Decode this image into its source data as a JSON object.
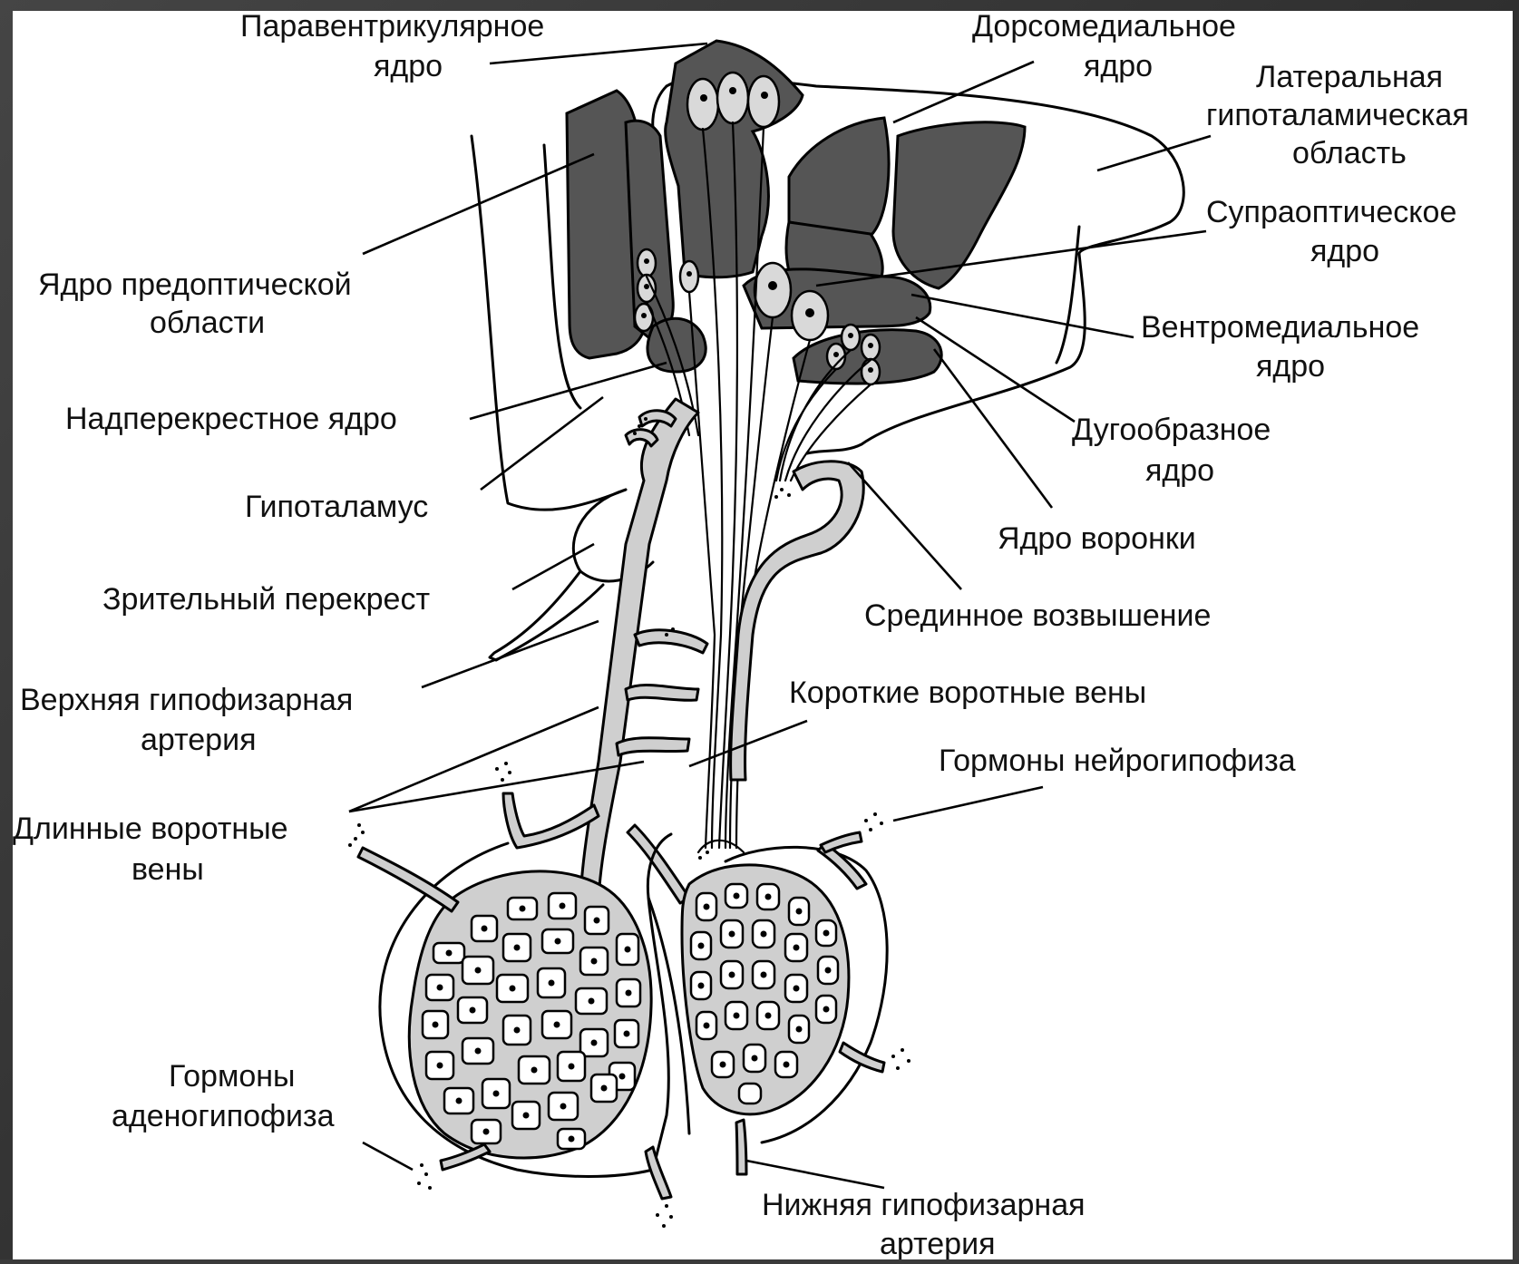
{
  "labels": {
    "paraventricular_1": "Паравентрикулярное",
    "paraventricular_2": "ядро",
    "dorsomedial_1": "Дорсомедиальное",
    "dorsomedial_2": "ядро",
    "lateral_1": "Латеральная",
    "lateral_2": "гипоталамическая",
    "lateral_3": "область",
    "supraoptic_1": "Супраоптическое",
    "supraoptic_2": "ядро",
    "preoptic_1": "Ядро предоптической",
    "preoptic_2": "области",
    "ventromedial_1": "Вентромедиальное",
    "ventromedial_2": "ядро",
    "suprachiasmatic": "Надперекрестное ядро",
    "arcuate_1": "Дугообразное",
    "arcuate_2": "ядро",
    "hypothalamus": "Гипоталамус",
    "infundibulum": "Ядро воронки",
    "chiasm": "Зрительный перекрест",
    "median_eminence": "Срединное возвышение",
    "sup_artery_1": "Верхняя гипофизарная",
    "sup_artery_2": "артерия",
    "short_veins": "Короткие воротные вены",
    "neuro_hormones": "Гормоны нейрогипофиза",
    "long_veins_1": "Длинные воротные",
    "long_veins_2": "вены",
    "adeno_hormones_1": "Гормоны",
    "adeno_hormones_2": "аденогипофиза",
    "inf_artery_1": "Нижняя гипофизарная",
    "inf_artery_2": "артерия"
  },
  "colors": {
    "nucleus_fill": "#555555",
    "vessel_fill": "#cfcfcf",
    "background_frame": "#3a3a3a",
    "panel": "#ffffff"
  }
}
